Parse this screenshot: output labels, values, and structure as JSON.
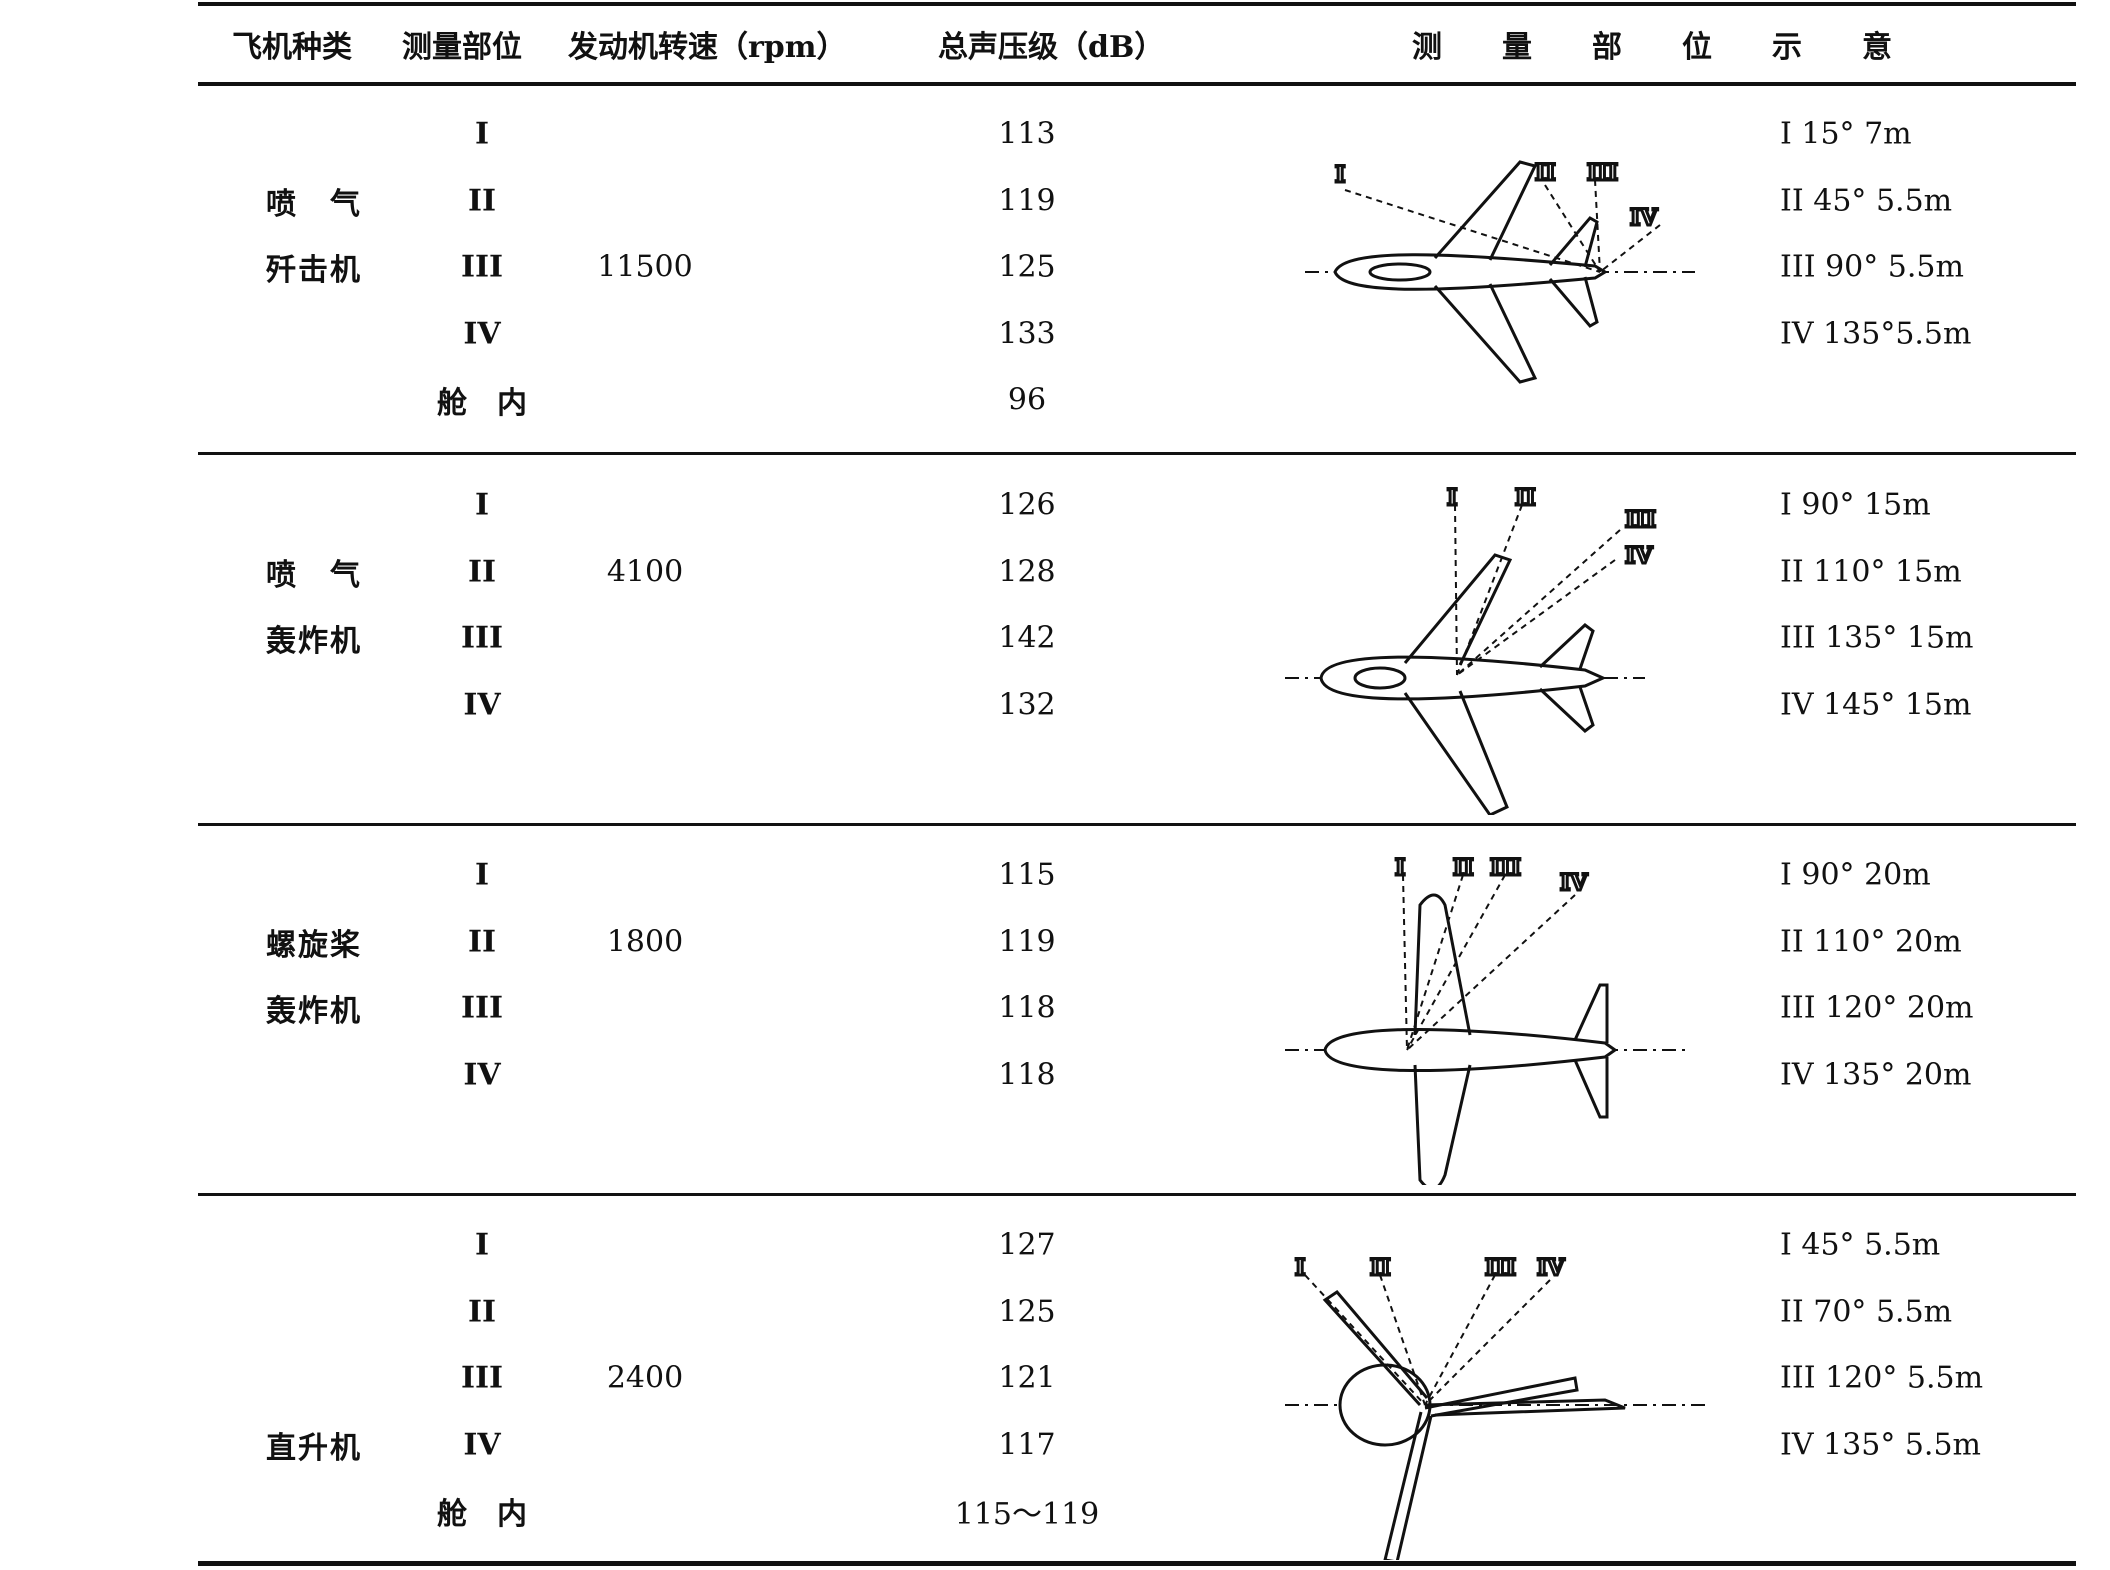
{
  "header": {
    "type": "飞机种类",
    "position": "测量部位",
    "rpm": "发动机转速（rpm）",
    "db": "总声压级（dB）",
    "diagram": "测　　量　　部　　位　　示　　意"
  },
  "sections": [
    {
      "type_lines": [
        "喷　气",
        "歼击机"
      ],
      "rpm": "11500",
      "rows": [
        {
          "pos": "I",
          "db": "113",
          "label": "I  15° 7m"
        },
        {
          "pos": "II",
          "db": "119",
          "label": "II  45° 5.5m"
        },
        {
          "pos": "III",
          "db": "125",
          "label": "III  90° 5.5m"
        },
        {
          "pos": "IV",
          "db": "133",
          "label": "IV  135°5.5m"
        },
        {
          "pos": "舱　内",
          "db": "96",
          "label": ""
        }
      ],
      "diagram_labels": [
        "I",
        "II",
        "III",
        "IV"
      ]
    },
    {
      "type_lines": [
        "喷　气",
        "轰炸机"
      ],
      "rpm": "4100",
      "rows": [
        {
          "pos": "I",
          "db": "126",
          "label": "I  90° 15m"
        },
        {
          "pos": "II",
          "db": "128",
          "label": "II  110° 15m"
        },
        {
          "pos": "III",
          "db": "142",
          "label": "III  135° 15m"
        },
        {
          "pos": "IV",
          "db": "132",
          "label": "IV  145° 15m"
        }
      ],
      "diagram_labels": [
        "I",
        "II",
        "III",
        "IV"
      ]
    },
    {
      "type_lines": [
        "螺旋桨",
        "轰炸机"
      ],
      "rpm": "1800",
      "rows": [
        {
          "pos": "I",
          "db": "115",
          "label": "I  90° 20m"
        },
        {
          "pos": "II",
          "db": "119",
          "label": "II  110° 20m"
        },
        {
          "pos": "III",
          "db": "118",
          "label": "III  120° 20m"
        },
        {
          "pos": "IV",
          "db": "118",
          "label": "IV  135° 20m"
        }
      ],
      "diagram_labels": [
        "I",
        "II",
        "III",
        "IV"
      ]
    },
    {
      "type_lines": [
        "直升机"
      ],
      "rpm": "2400",
      "rows": [
        {
          "pos": "I",
          "db": "127",
          "label": "I  45° 5.5m"
        },
        {
          "pos": "II",
          "db": "125",
          "label": "II  70° 5.5m"
        },
        {
          "pos": "III",
          "db": "121",
          "label": "III 120° 5.5m"
        },
        {
          "pos": "IV",
          "db": "117",
          "label": "IV 135° 5.5m"
        },
        {
          "pos": "舱　内",
          "db": "115～119",
          "label": ""
        }
      ],
      "diagram_labels": [
        "I",
        "II",
        "III",
        "IV"
      ]
    }
  ]
}
